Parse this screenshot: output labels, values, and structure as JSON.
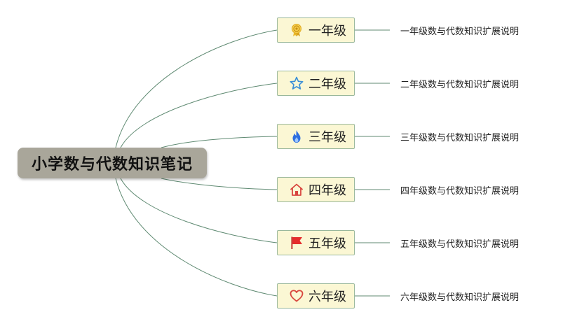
{
  "root": {
    "label": "小学数与代数知识笔记"
  },
  "branches": [
    {
      "label": "一年级",
      "icon": "award-ribbon-icon",
      "description": "一年级数与代数知识扩展说明"
    },
    {
      "label": "二年级",
      "icon": "star-icon",
      "description": "二年级数与代数知识扩展说明"
    },
    {
      "label": "三年级",
      "icon": "flame-icon",
      "description": "三年级数与代数知识扩展说明"
    },
    {
      "label": "四年级",
      "icon": "house-icon",
      "description": "四年级数与代数知识扩展说明"
    },
    {
      "label": "五年级",
      "icon": "flag-icon",
      "description": "五年级数与代数知识扩展说明"
    },
    {
      "label": "六年级",
      "icon": "heart-icon",
      "description": "六年级数与代数知识扩展说明"
    }
  ],
  "colors": {
    "root_fill": "#a9a69a",
    "node_fill": "#fbf7d4",
    "node_border": "#9ab89c",
    "connector": "#5f8a72",
    "award": "#e8b92e",
    "star": "#3a8fd8",
    "flame": "#2d6ee0",
    "house": "#d9473f",
    "flag": "#e52d2d",
    "heart": "#d9473f"
  }
}
